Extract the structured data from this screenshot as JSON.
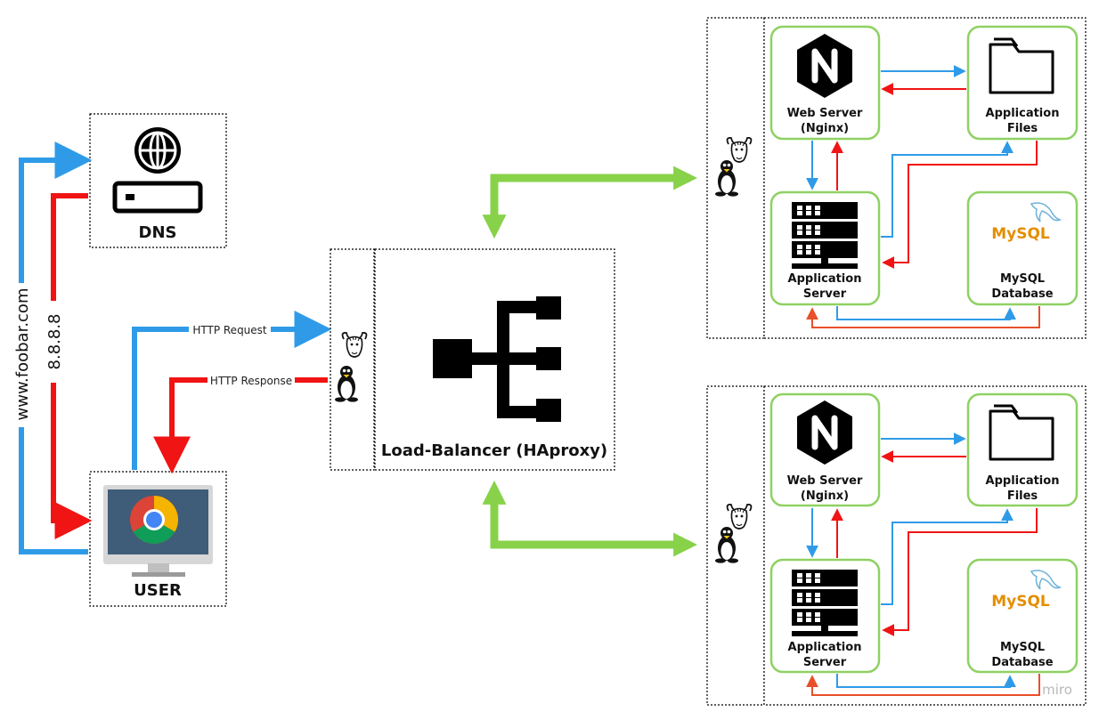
{
  "dns": {
    "label": "DNS"
  },
  "user": {
    "label": "USER"
  },
  "edges": {
    "domain_query": "www.foobar.com",
    "dns_answer": "8.8.8.8",
    "http_request": "HTTP Request",
    "http_response": "HTTP Response"
  },
  "load_balancer": {
    "label": "Load-Balancer (HAproxy)"
  },
  "servers": [
    {
      "web_server": {
        "line1": "Web Server",
        "line2": "(Nginx)"
      },
      "app_files": {
        "line1": "Application",
        "line2": "Files"
      },
      "app_server": {
        "line1": "Application",
        "line2": "Server"
      },
      "database": {
        "line1": "MySQL",
        "line2": "Database",
        "logo_text": "MySQL"
      }
    },
    {
      "web_server": {
        "line1": "Web Server",
        "line2": "(Nginx)"
      },
      "app_files": {
        "line1": "Application",
        "line2": "Files"
      },
      "app_server": {
        "line1": "Application",
        "line2": "Server"
      },
      "database": {
        "line1": "MySQL",
        "line2": "Database",
        "logo_text": "MySQL"
      }
    }
  ],
  "watermark": "miro",
  "colors": {
    "request": "#2f9be8",
    "response": "#f01414",
    "green": "#88d24a",
    "node_border": "#8fd163",
    "orange_red": "#e8502a"
  }
}
